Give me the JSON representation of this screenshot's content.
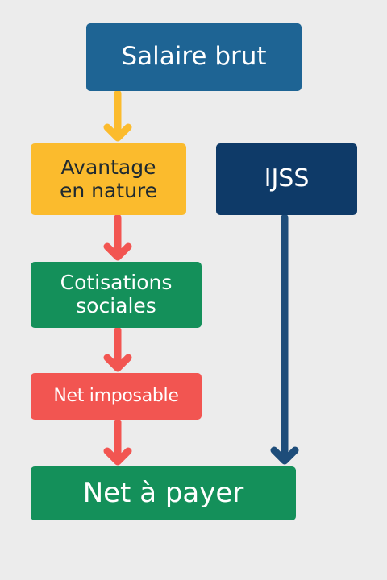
{
  "colors": {
    "background": "#ececec",
    "salaire_brut": "#1e6494",
    "avantage": "#fbbb2d",
    "ijss": "#0e3a68",
    "cotisations": "#14905a",
    "net_imposable": "#f25551",
    "net_a_payer": "#14905a",
    "arrow_yellow": "#fbbb2d",
    "arrow_red": "#f25551",
    "arrow_navy": "#1e4d7a",
    "text_light": "#ffffff",
    "text_dark": "#1f2a30"
  },
  "nodes": {
    "salaire_brut": "Salaire brut",
    "avantage_en_nature": "Avantage\nen nature",
    "ijss": "IJSS",
    "cotisations_sociales": "Cotisations\nsociales",
    "net_imposable": "Net imposable",
    "net_a_payer": "Net à payer"
  },
  "edges": [
    {
      "from": "salaire_brut",
      "to": "avantage_en_nature",
      "color": "arrow_yellow"
    },
    {
      "from": "avantage_en_nature",
      "to": "cotisations_sociales",
      "color": "arrow_red"
    },
    {
      "from": "cotisations_sociales",
      "to": "net_imposable",
      "color": "arrow_red"
    },
    {
      "from": "net_imposable",
      "to": "net_a_payer",
      "color": "arrow_red"
    },
    {
      "from": "ijss",
      "to": "net_a_payer",
      "color": "arrow_navy"
    }
  ]
}
